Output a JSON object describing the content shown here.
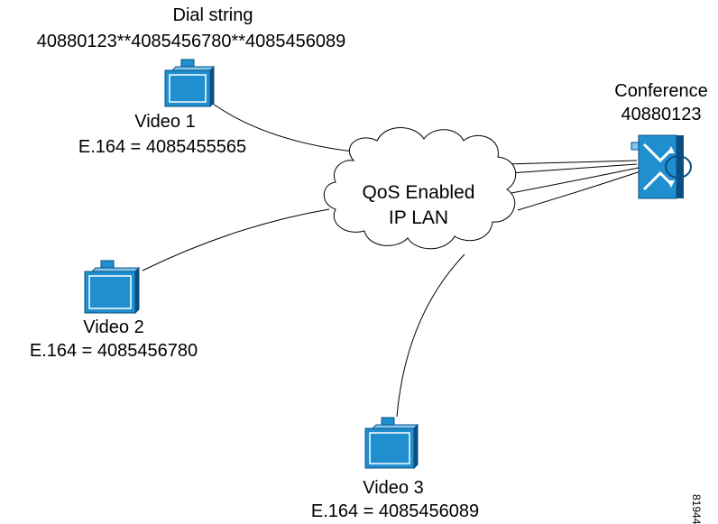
{
  "dial_string": {
    "title": "Dial string",
    "value": "40880123**4085456780**4085456089"
  },
  "conference": {
    "name": "Conference",
    "number": "40880123"
  },
  "cloud": {
    "line1": "QoS Enabled",
    "line2": "IP LAN"
  },
  "endpoints": [
    {
      "name": "Video 1",
      "e164": "E.164 = 4085455565"
    },
    {
      "name": "Video 2",
      "e164": "E.164 = 4085456780"
    },
    {
      "name": "Video 3",
      "e164": "E.164 = 4085456089"
    }
  ],
  "figure_id": "81944",
  "colors": {
    "device_blue": "#1f8fd0",
    "device_dark": "#0b4f82",
    "device_light": "#7cc6ee",
    "line": "#000000"
  }
}
